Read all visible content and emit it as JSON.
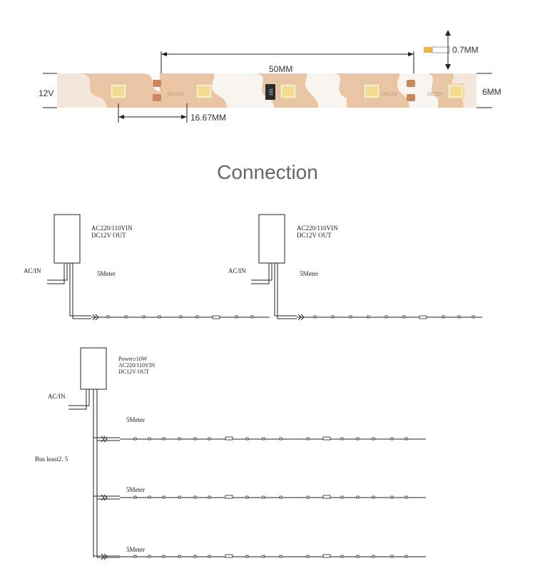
{
  "dimensions": {
    "width": "50MM",
    "thickness": "0.7MM",
    "height": "6MM",
    "pitch": "16.67MM",
    "voltage": "12V"
  },
  "strip_marks": {
    "resistor": "151",
    "print": "DC12V"
  },
  "heading": "Connection",
  "diagram1": {
    "supply1": {
      "lines": [
        "AC220/110VIN",
        "DC12V OUT"
      ],
      "input": "AC/IN",
      "length": "5Meter"
    },
    "supply2": {
      "lines": [
        "AC220/110VIN",
        "DC12V OUT"
      ],
      "input": "AC/IN",
      "length": "5Meter"
    }
  },
  "diagram2": {
    "supply": {
      "lines": [
        "Power≥10W",
        "AC220/110VIN",
        "DC12V OUT"
      ],
      "input": "AC/IN"
    },
    "bus_label": "Bus least2. 5",
    "branches": [
      "5Meter",
      "5Meter",
      "5Meter"
    ]
  },
  "colors": {
    "strip": "#e9c5a4",
    "led": "#f4e3a6",
    "pad": "#c9875e",
    "line": "#222222"
  }
}
